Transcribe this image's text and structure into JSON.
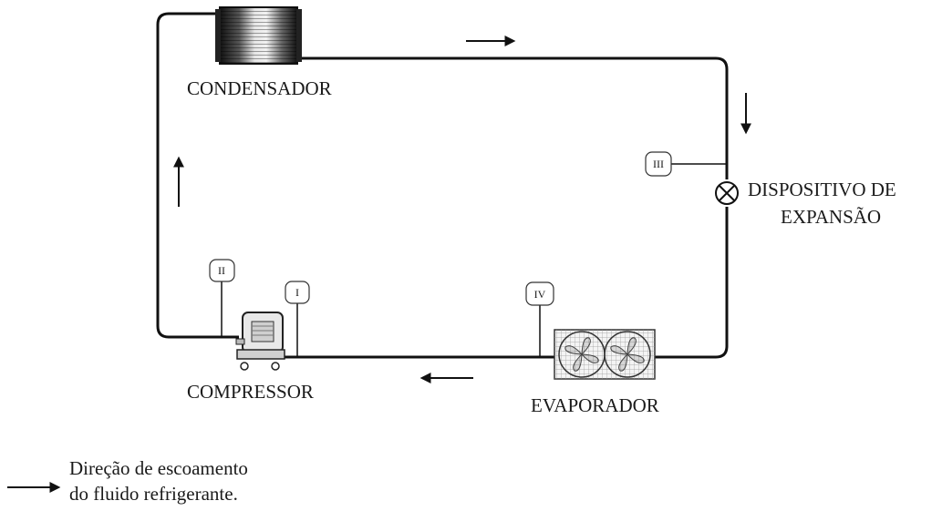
{
  "components": {
    "condenser": "CONDENSADOR",
    "compressor": "COMPRESSOR",
    "evaporator": "EVAPORADOR",
    "expansion_device_line1": "DISPOSITIVO DE",
    "expansion_device_line2": "EXPANSÃO"
  },
  "points": {
    "I": "I",
    "II": "II",
    "III": "III",
    "IV": "IV"
  },
  "legend": {
    "line1": "Direção de escoamento",
    "line2": "do fluido refrigerante."
  },
  "icons": {
    "flow_arrow": "arrow-icon",
    "expansion_valve": "valve-icon"
  }
}
